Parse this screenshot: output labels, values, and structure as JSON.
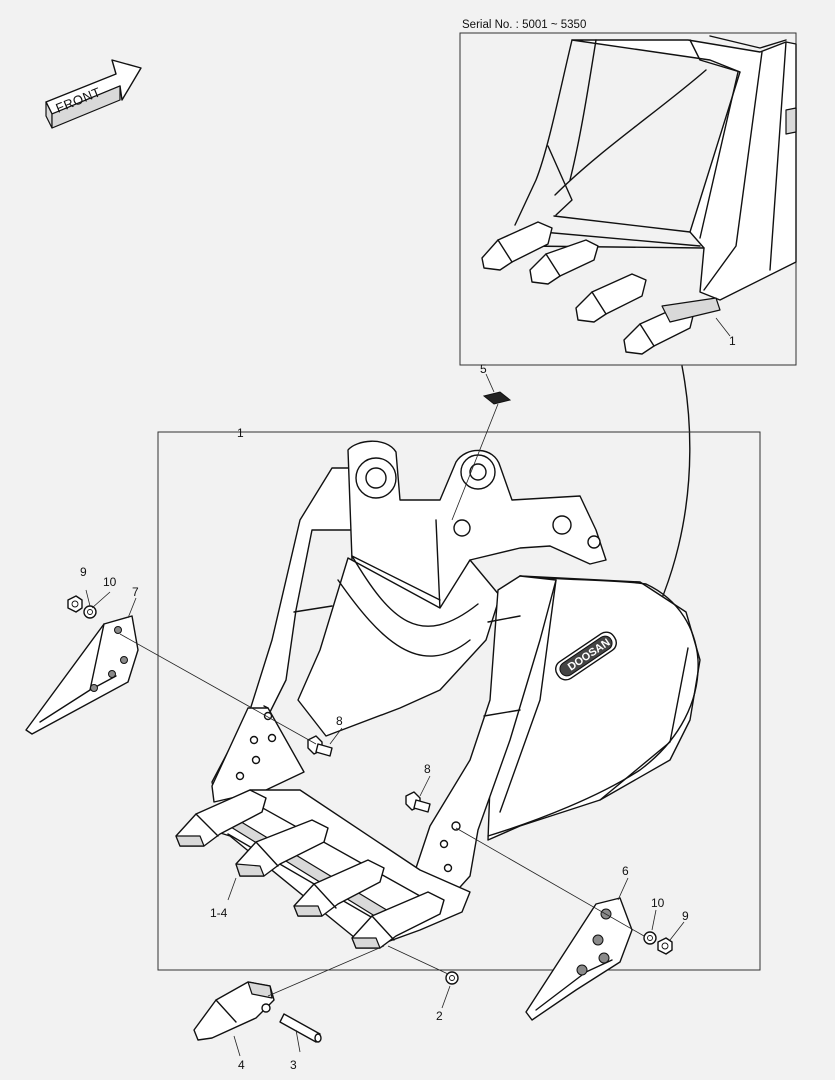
{
  "front_label": "FRONT",
  "serial_label": "Serial No. : 5001 ~ 5350",
  "brand_logo": "DOOSAN",
  "callouts": {
    "c1_main": "1",
    "c1_inset": "1",
    "c1_4": "1-4",
    "c2": "2",
    "c3": "3",
    "c4": "4",
    "c5": "5",
    "c6": "6",
    "c7": "7",
    "c8_left": "8",
    "c8_right": "8",
    "c9_left": "9",
    "c9_right": "9",
    "c10_left": "10",
    "c10_right": "10"
  }
}
